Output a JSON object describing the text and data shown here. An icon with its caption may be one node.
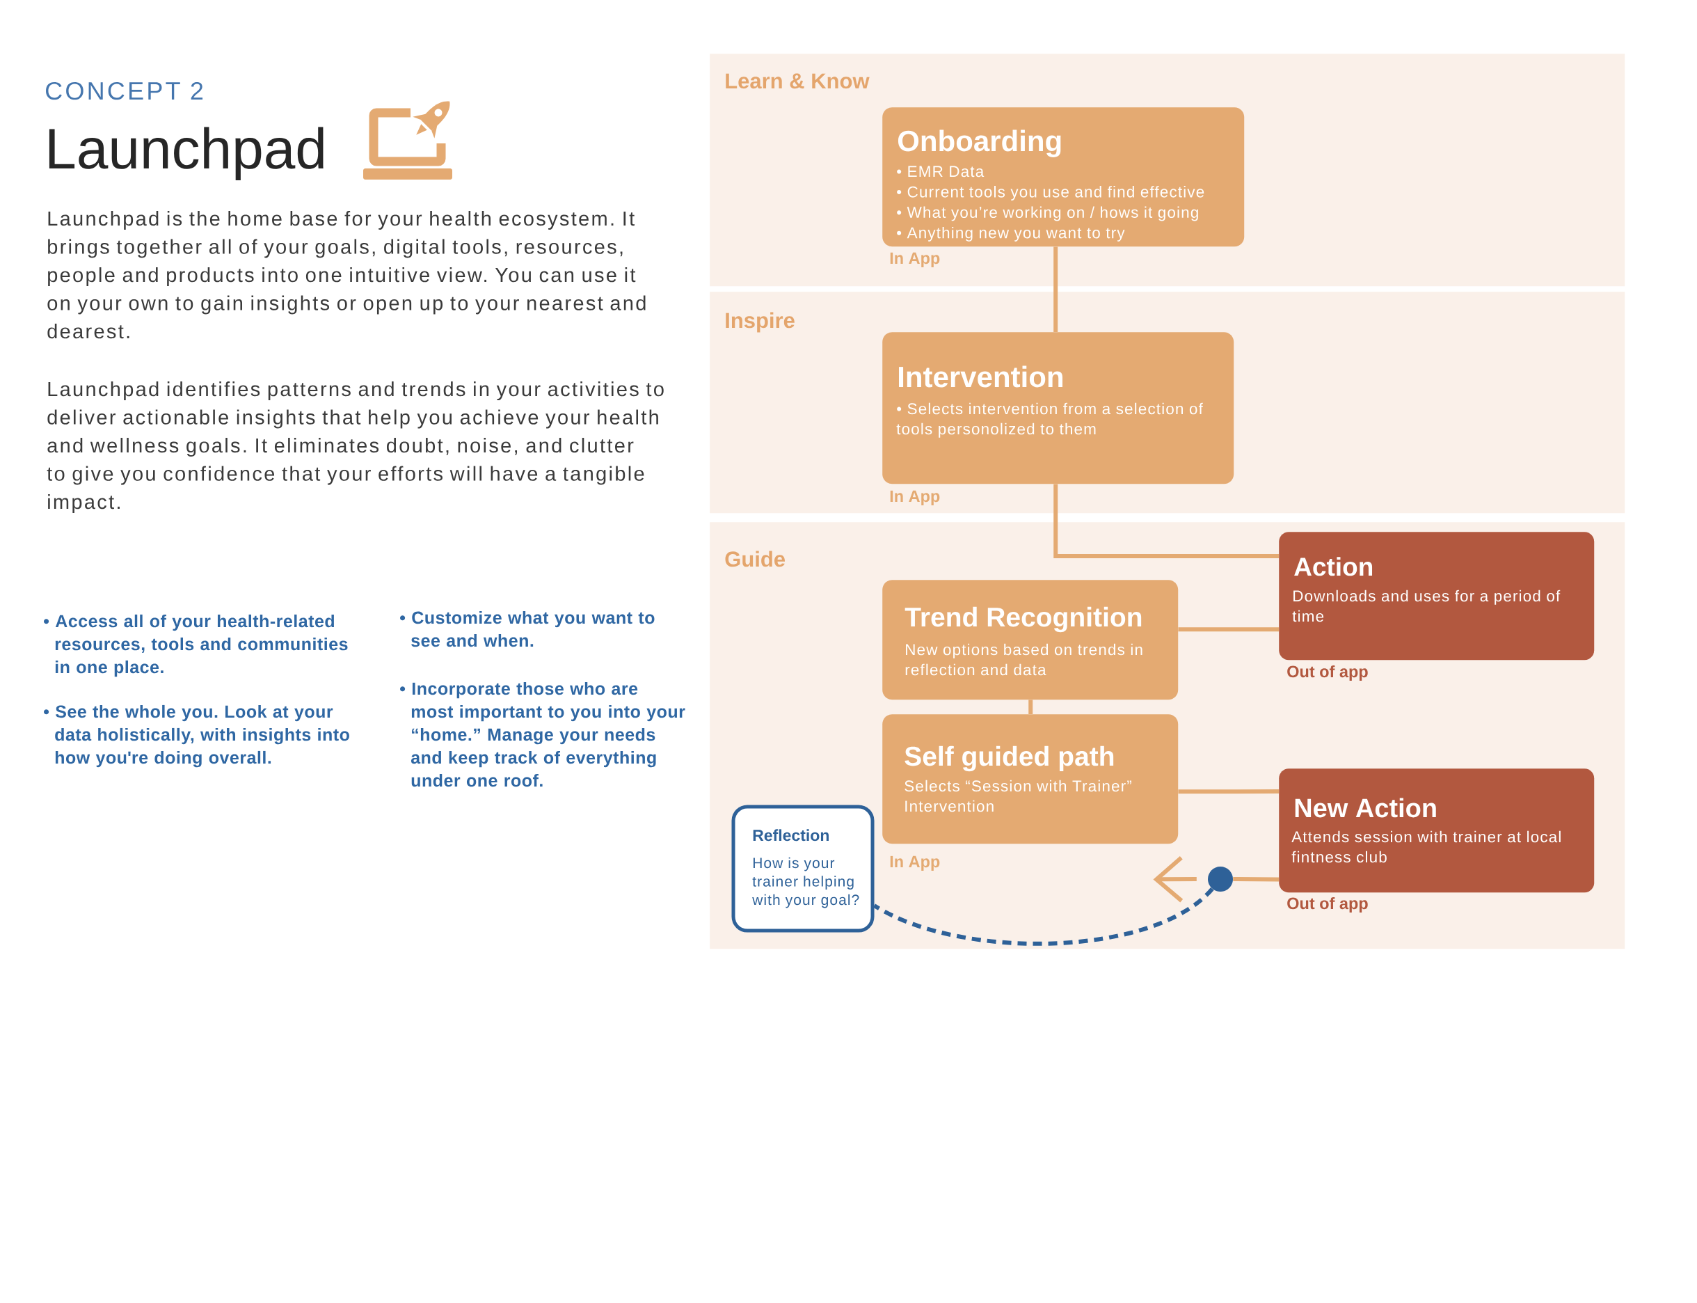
{
  "diagram": {
    "title": "Launchpad",
    "nodes": [
      {
        "text": [
          "Learn & Know"
        ]
      },
      {
        "text": [
          "Onboarding",
          "• EMR Data",
          "• Current tools you use and find effective",
          "• What you’re working on / hows it going",
          "• Anything new you want to try"
        ],
        "beside": [
          "In App"
        ],
        "in": 0
      },
      {
        "text": [
          "Inspire"
        ]
      },
      {
        "text": [
          "Intervention",
          "• Selects intervention from a selection of tools personolized to them"
        ],
        "beside": [
          "In App"
        ],
        "in": 2
      },
      {
        "text": [
          "Guide"
        ]
      },
      {
        "text": [
          "Action",
          "Downloads and uses for a period of time"
        ],
        "beside": [
          "Out of app"
        ],
        "in": 4
      },
      {
        "text": [
          "Trend Recognition",
          "New options based on trends in reflection and data"
        ],
        "in": 4
      },
      {
        "text": [
          "Self guided path",
          "Selects “Session with Trainer” Intervention"
        ],
        "beside": [
          "In App"
        ],
        "in": 4
      },
      {
        "text": [
          "New Action",
          "Attends session with trainer at local fintness club"
        ],
        "beside": [
          "Out of app"
        ],
        "in": 4
      },
      {
        "text": [
          "Reflection",
          "How is your trainer helping with your goal?"
        ],
        "in": 4
      },
      {
        "text": [],
        "shape": "circle",
        "in": 4
      }
    ],
    "edges": [
      {
        "from": 1,
        "to": 3,
        "arrow": "none"
      },
      {
        "from": 3,
        "to": 5,
        "arrow": "none"
      },
      {
        "from": 6,
        "to": 5,
        "arrow": "none"
      },
      {
        "from": 6,
        "to": 7,
        "arrow": "none"
      },
      {
        "from": 7,
        "to": 8,
        "arrow": "none"
      },
      {
        "from": 8,
        "to": 10,
        "arrow": "none"
      },
      {
        "from": 10,
        "to": 7,
        "arrow": "to"
      },
      {
        "from": 10,
        "to": 9,
        "arrow": "none",
        "style": "dashed",
        "color": "#2e6198"
      }
    ],
    "labels": [
      "CONCEPT 2",
      "Launchpad is the home base for your health ecosystem. It brings together all of your goals, digital tools, resources, people and products into one intuitive view. You can use it on your own to gain insights or open up to your nearest and dearest.",
      "Launchpad identifies patterns and trends in your activities to deliver actionable insights that help you achieve your health and wellness goals. It eliminates doubt, noise, and clutter to give you confidence that your efforts will have a tangible impact.",
      "• Access all of your health-related resources, tools and communities in one place.",
      "• See the whole you. Look at your data holistically, with insights into how you're doing overall.",
      "• Customize what you want to see and when.",
      "• Incorporate those who are most important to you into your “home.” Manage your needs and keep track of everything under one roof."
    ]
  }
}
